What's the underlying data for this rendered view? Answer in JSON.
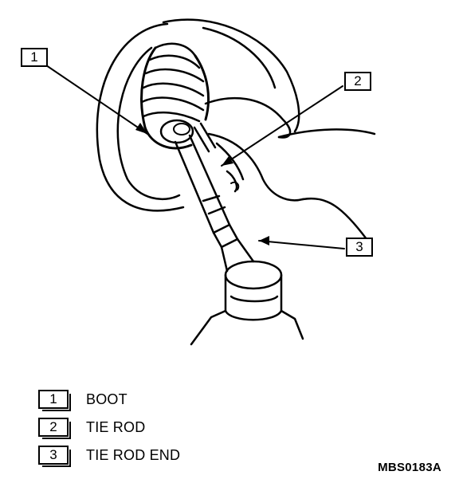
{
  "callouts": [
    {
      "number": "1"
    },
    {
      "number": "2"
    },
    {
      "number": "3"
    }
  ],
  "legend": [
    {
      "number": "1",
      "label": "BOOT"
    },
    {
      "number": "2",
      "label": "TIE ROD"
    },
    {
      "number": "3",
      "label": "TIE ROD END"
    }
  ],
  "figure_code": "MBS0183A"
}
